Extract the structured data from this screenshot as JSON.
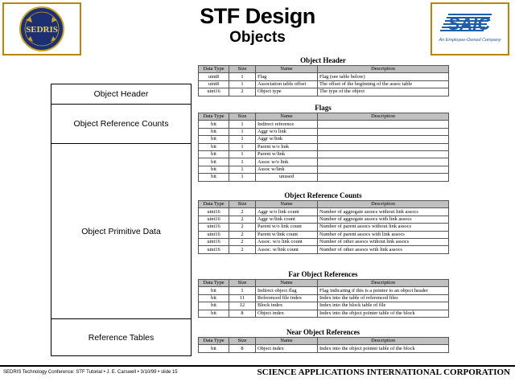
{
  "header": {
    "title": "STF Design",
    "subtitle": "Objects",
    "left_logo_text": "SEDRIS",
    "right_logo_text": "SAIC",
    "right_logo_tagline": "An Employee-Owned Company"
  },
  "stack": [
    "Object Header",
    "Object Reference Counts",
    "Object Primitive Data",
    "Reference Tables"
  ],
  "columns": [
    "Data Type",
    "Size",
    "Name",
    "Description"
  ],
  "sections": [
    {
      "title": "Object Header",
      "rows": [
        [
          "uint8",
          "1",
          "Flag",
          "Flag (see table below)"
        ],
        [
          "uint8",
          "1",
          "Association table offset",
          "The offset of the beginning of the assoc table"
        ],
        [
          "uint16",
          "2",
          "Object type",
          "The type of the object"
        ]
      ]
    },
    {
      "title": "Flags",
      "rows": [
        [
          "bit",
          "1",
          "Indirect reference",
          ""
        ],
        [
          "bit",
          "1",
          "Aggr w/o link",
          ""
        ],
        [
          "bit",
          "1",
          "Aggr w/link",
          ""
        ],
        [
          "bit",
          "1",
          "Parent w/o link",
          ""
        ],
        [
          "bit",
          "1",
          "Parent w/link",
          ""
        ],
        [
          "bit",
          "1",
          "Assoc w/o link",
          ""
        ],
        [
          "bit",
          "1",
          "Assoc w/link",
          ""
        ],
        [
          "bit",
          "1",
          "unused",
          ""
        ]
      ]
    },
    {
      "title": "Object Reference Counts",
      "rows": [
        [
          "uint16",
          "2",
          "Aggr w/o link count",
          "Number of aggregate assocs without link assocs"
        ],
        [
          "uint16",
          "2",
          "Aggr w/link count",
          "Number of aggregate assocs with link assocs"
        ],
        [
          "uint16",
          "2",
          "Parent w/o link count",
          "Number of parent assocs without link assocs"
        ],
        [
          "uint16",
          "2",
          "Parent w/link count",
          "Number of parent assocs with link assocs"
        ],
        [
          "uint16",
          "2",
          "Assoc. w/o link count",
          "Number of other assocs without link assocs"
        ],
        [
          "uint16",
          "2",
          "Assoc. w/link count",
          "Number of other assocs with link assocs"
        ]
      ]
    },
    {
      "title": "Far Object References",
      "rows": [
        [
          "bit",
          "1",
          "Indirect object flag",
          "Flag indicating if this is a pointer to an object header"
        ],
        [
          "bit",
          "11",
          "Referenced file index",
          "Index into the table of referenced files"
        ],
        [
          "bit",
          "12",
          "Block index",
          "Index into the block table of file"
        ],
        [
          "bit",
          "8",
          "Object index",
          "Index into the object pointer table of the block"
        ]
      ]
    },
    {
      "title": "Near Object References",
      "rows": [
        [
          "bit",
          "8",
          "Object index",
          "Index into the object pointer table of the block"
        ]
      ]
    }
  ],
  "footer": {
    "left": "SEDRIS Technology Conference: STF Tutorial • J. E. Carswell • 3/10/99 • slide 15",
    "right": "SCIENCE APPLICATIONS INTERNATIONAL CORPORATION"
  }
}
